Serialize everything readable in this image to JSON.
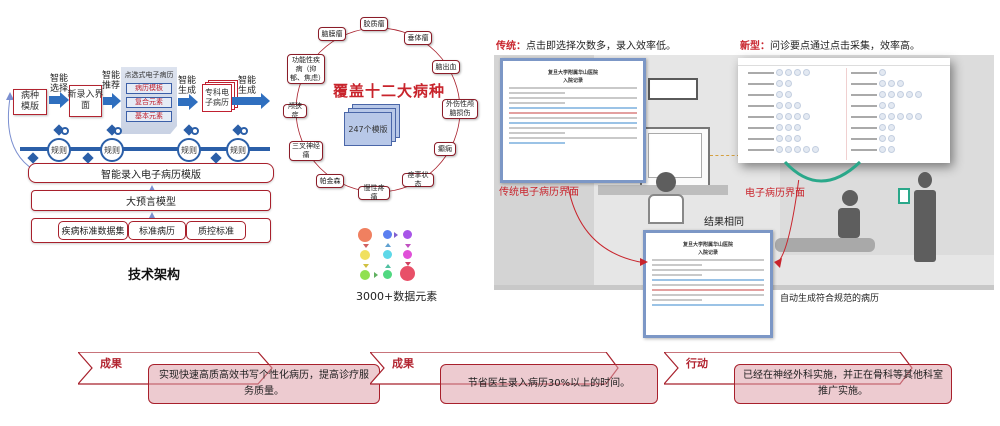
{
  "tech_architecture": {
    "caption": "技术架构",
    "flow": [
      {
        "box": "病种\n模版",
        "arrow_label": "智能\n选择"
      },
      {
        "box": "新录入界\n面",
        "arrow_label": "智能\n推荐"
      },
      {
        "panel_title": "点选式电子病历",
        "panel_items": [
          "病历模板",
          "复合元素",
          "基本元素"
        ],
        "arrow_label": "智能\n生成"
      },
      {
        "box": "专科电\n子病历",
        "arrow_label": "智能\n生成"
      }
    ],
    "rules": [
      "规则",
      "规则",
      "规则",
      "规则"
    ],
    "layers": {
      "top": "智能录入电子病历模版",
      "middle": "大预言模型",
      "bottom": [
        "疾病标准数据集",
        "标准病历",
        "质控标准"
      ]
    }
  },
  "disease_coverage": {
    "title": "覆盖十二大病种",
    "template_count": "247个模版",
    "diseases": [
      "胶质瘤",
      "垂体瘤",
      "脑出血",
      "外伤性颅脑损伤",
      "癫痫",
      "痉挛状态",
      "慢性疼痛",
      "帕金森",
      "三叉神经痛",
      "颅狭症",
      "功能性疾病（抑郁、焦虑）",
      "脑膜瘤"
    ],
    "data_elements_caption": "3000+数据元素",
    "dot_colors": [
      "#f08060",
      "#5b7ff0",
      "#a855e8",
      "#f0e060",
      "#5ed8e8",
      "#e050d8",
      "#90e050",
      "#50d880",
      "#e85068"
    ]
  },
  "comparison": {
    "traditional": {
      "tag": "传统：",
      "text": "点击即选择次数多，录入效率低。",
      "label": "传统电子病历界面"
    },
    "new": {
      "tag": "新型：",
      "text": "问诊要点通过点击采集，效率高。",
      "label": "电子病历界面"
    },
    "same_result": "结果相同",
    "auto_generate": "自动生成符合规范的病历",
    "doc_title": "复旦大学附属华山医院",
    "doc_subtitle": "入院记录"
  },
  "outcomes": [
    {
      "tag": "成果",
      "text": "实现快速高质高效书写个性化病历，提高诊疗服务质量。"
    },
    {
      "tag": "成果",
      "text": "节省医生录入病历30%以上的时间。"
    },
    {
      "tag": "行动",
      "text": "已经在神经外科实施，并正在骨科等其他科室推广实施。"
    }
  ],
  "colors": {
    "accent_red": "#c8242c",
    "flow_blue": "#2f6fbf",
    "ribbon_fill": "#dea0aa"
  }
}
